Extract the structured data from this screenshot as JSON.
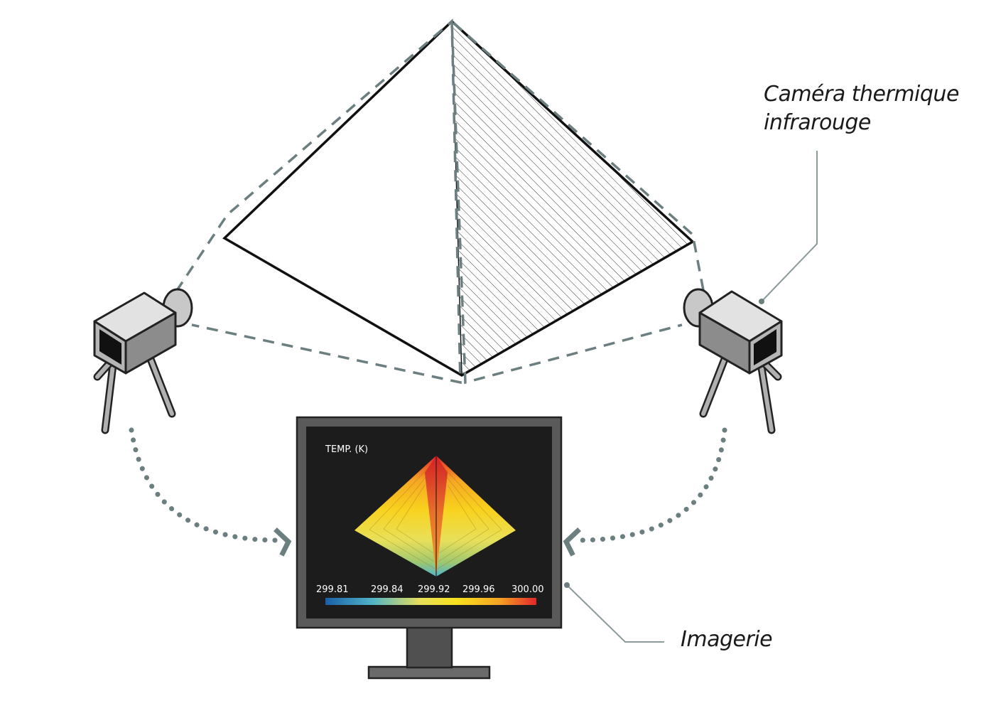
{
  "labels": {
    "camera_line1": "Caméra thermique",
    "camera_line2": "infrarouge",
    "imagery": "Imagerie"
  },
  "monitor": {
    "legend_title": "TEMP. (K)",
    "scale_ticks": [
      "299.81",
      "299.84",
      "299.92",
      "299.96",
      "300.00"
    ],
    "colormap": [
      "#1a5fa8",
      "#4fb3c8",
      "#e8e05a",
      "#f9e21e",
      "#f5a623",
      "#e3262a"
    ]
  },
  "colors": {
    "dashed_line": "#6c7f80",
    "callout_line": "#8a9a9b",
    "camera_body": "#b5b5b5",
    "monitor_frame": "#3a3a3a",
    "screen": "#1c1c1c"
  }
}
